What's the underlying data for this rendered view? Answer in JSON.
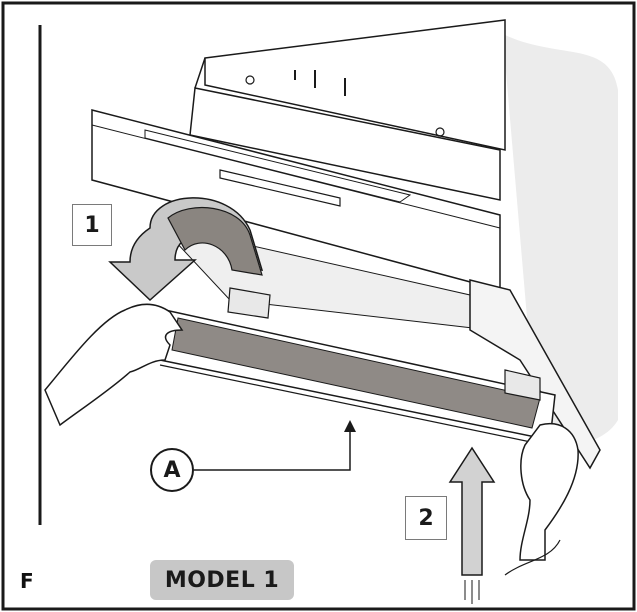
{
  "figure": {
    "letter": "F",
    "model_label": "MODEL 1"
  },
  "steps": {
    "step_1": "1",
    "step_2": "2"
  },
  "callouts": {
    "a": "A"
  },
  "colors": {
    "line": "#1a1a1a",
    "panel_fill": "#f2f2f2",
    "filter_fill": "#8f8a86",
    "arrow_fill": "#d2d2d2",
    "badge_fill": "#c7c7c7",
    "wall_shade": "#e6e6e6"
  },
  "icons": [
    "curved-arrow-icon",
    "upward-arrow-icon",
    "hand-left-icon",
    "hand-right-icon"
  ]
}
